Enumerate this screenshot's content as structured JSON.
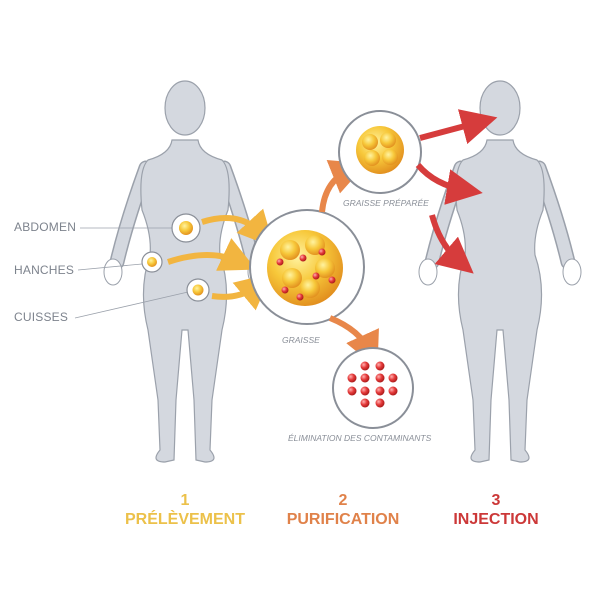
{
  "labels": {
    "abdomen": "ABDOMEN",
    "hanches": "HANCHES",
    "cuisses": "CUISSES"
  },
  "captions": {
    "graisse": "GRAISSE",
    "graisse_preparee": "GRAISSE PRÉPARÉE",
    "elimination": "ÉLIMINATION DES CONTAMINANTS"
  },
  "steps": [
    {
      "number": "1",
      "label": "PRÉLÈVEMENT",
      "color": "#ecc14a"
    },
    {
      "number": "2",
      "label": "PURIFICATION",
      "color": "#e0824a"
    },
    {
      "number": "3",
      "label": "INJECTION",
      "color": "#cc3838"
    }
  ],
  "colors": {
    "body": "#d4d8df",
    "outline": "#9ba1ab",
    "yellow": "#f2b540",
    "orange": "#e8874a",
    "red": "#d63c3c"
  }
}
